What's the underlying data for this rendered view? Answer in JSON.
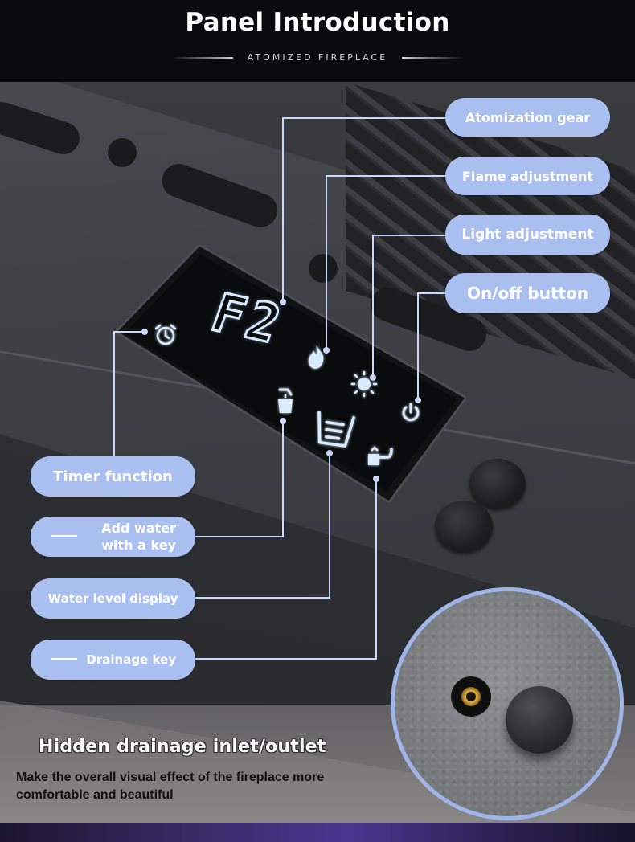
{
  "header": {
    "title": "Panel Introduction",
    "subtitle": "ATOMIZED FIREPLACE"
  },
  "display": {
    "readout": "F2"
  },
  "callouts": {
    "atomization_gear": "Atomization gear",
    "flame_adjustment": "Flame adjustment",
    "light_adjustment": "Light adjustment",
    "on_off_button": "On/off button",
    "timer_function": "Timer function",
    "add_water_line1": "Add water",
    "add_water_line2": "with a key",
    "water_level_display": "Water level display",
    "drainage_key": "Drainage key"
  },
  "footer": {
    "hidden_title": "Hidden drainage inlet/outlet",
    "description_line1": "Make the overall visual effect of the fireplace more",
    "description_line2": "comfortable and beautiful"
  },
  "icons": [
    "alarm-clock-icon",
    "flame-icon",
    "light-bulb-icon",
    "power-icon",
    "add-water-icon",
    "water-level-icon",
    "drain-icon"
  ],
  "colors": {
    "callout_fill": "#a8bff0",
    "leader_line": "#c9d8fa",
    "icon_glow": "#d9ecff",
    "background": "#0b0b0d"
  }
}
